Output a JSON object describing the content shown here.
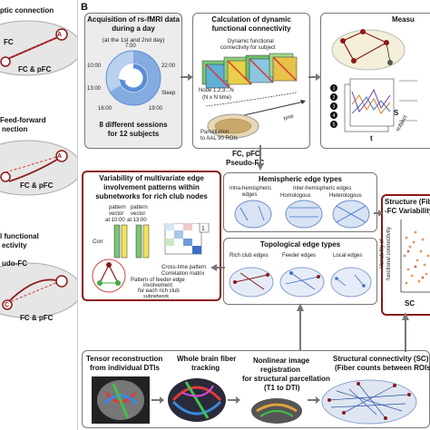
{
  "panel_b_letter": "B",
  "left_panel": {
    "title_1": "ptic connection",
    "fc_top": "FC",
    "fc_pfc_1": "FC & pFC",
    "title_2": "Feed-forward",
    "title_2b": "nection",
    "fc_pfc_2": "FC & pFC",
    "title_3": "l functional",
    "title_3b": "ectivity",
    "pseudo_fc": "udo-FC",
    "fc_pfc_3": "FC & pFC",
    "node_a": "A",
    "node_c": "C"
  },
  "acquisition": {
    "title_line1": "Acquisition of rs-fMRI data",
    "title_line2": "during a day",
    "subtitle": "(at the 1st and 2nd day)",
    "clock_labels": [
      "7:00",
      "10:00",
      "13:00",
      "16:00",
      "19:00",
      "22:00",
      "Sleep"
    ],
    "footer_line1": "8 different sessions",
    "footer_line2": "for 12 subjects"
  },
  "dynamic_fc": {
    "title_line1": "Calculation of dynamic",
    "title_line2": "functional connectivity",
    "subtitle_line1": "Dynamic functional",
    "subtitle_line2": "connectivity for subject",
    "node_label": "Node 1,2,3...N",
    "matrix_label": "(N x N time)",
    "time_label": "time",
    "parcellation_line1": "Parcellation",
    "parcellation_line2": "to AAL 90 ROIs"
  },
  "measures": {
    "title": "Measu",
    "t_label": "t",
    "s_label": "S",
    "subject_label": "subject",
    "circle_nums": [
      "1",
      "2",
      "3",
      "4",
      "5"
    ]
  },
  "fc_labels": {
    "line1": "FC, pFC",
    "line2": "Pseudo-FC"
  },
  "variability": {
    "title_line1": "Variability of multivariate edge",
    "title_line2": "involvement patterns within",
    "title_line3": "subnetworks for rich club nodes",
    "pattern_vector_1a": "pattern",
    "pattern_vector_1b": "vector",
    "pattern_vector_1c": "at 10:00",
    "pattern_vector_2a": "pattern",
    "pattern_vector_2b": "vector",
    "pattern_vector_2c": "at 13:00",
    "corr_label": "Corr",
    "cross_time_1": "Cross-time pattern",
    "cross_time_2": "Correlation matrix",
    "feeder_1": "Pattern of feeder edge",
    "feeder_2": "involvement",
    "feeder_3": "for each rich club",
    "feeder_4": "subnetwork"
  },
  "hemispheric": {
    "title": "Hemispheric edge types",
    "intra_1": "Intra-hemispheric",
    "intra_2": "edges",
    "inter": "Inter-hemispheric edges",
    "homologous": "Homologous",
    "heterologous": "Heterologous"
  },
  "structure": {
    "title_line1": "Structure (Fiber",
    "title_line2": "-FC Variability",
    "y_axis_1": "Variability of",
    "y_axis_2": "functional connectivity",
    "x_axis": "SC"
  },
  "topological": {
    "title": "Topological edge types",
    "rich": "Rich club edges",
    "feeder": "Feeder edges",
    "local": "Local edges"
  },
  "bottom": {
    "tensor_1": "Tensor reconstruction",
    "tensor_2": "from individual DTIs",
    "fiber_1": "Whole brain fiber",
    "fiber_2": "tracking",
    "nonlinear_1": "Nonlinear image",
    "nonlinear_2": "registration",
    "nonlinear_3": "for structural parcellation",
    "nonlinear_4": "(T1 to DTI)",
    "sc_1": "Structural connectivity (SC)",
    "sc_2": "(Fiber counts between ROIs)"
  },
  "colors": {
    "accent_red": "#8b1a1a",
    "box_border": "#777777",
    "clock_blue": "#5b8ed6",
    "brain_gray": "#bdbdbd"
  }
}
